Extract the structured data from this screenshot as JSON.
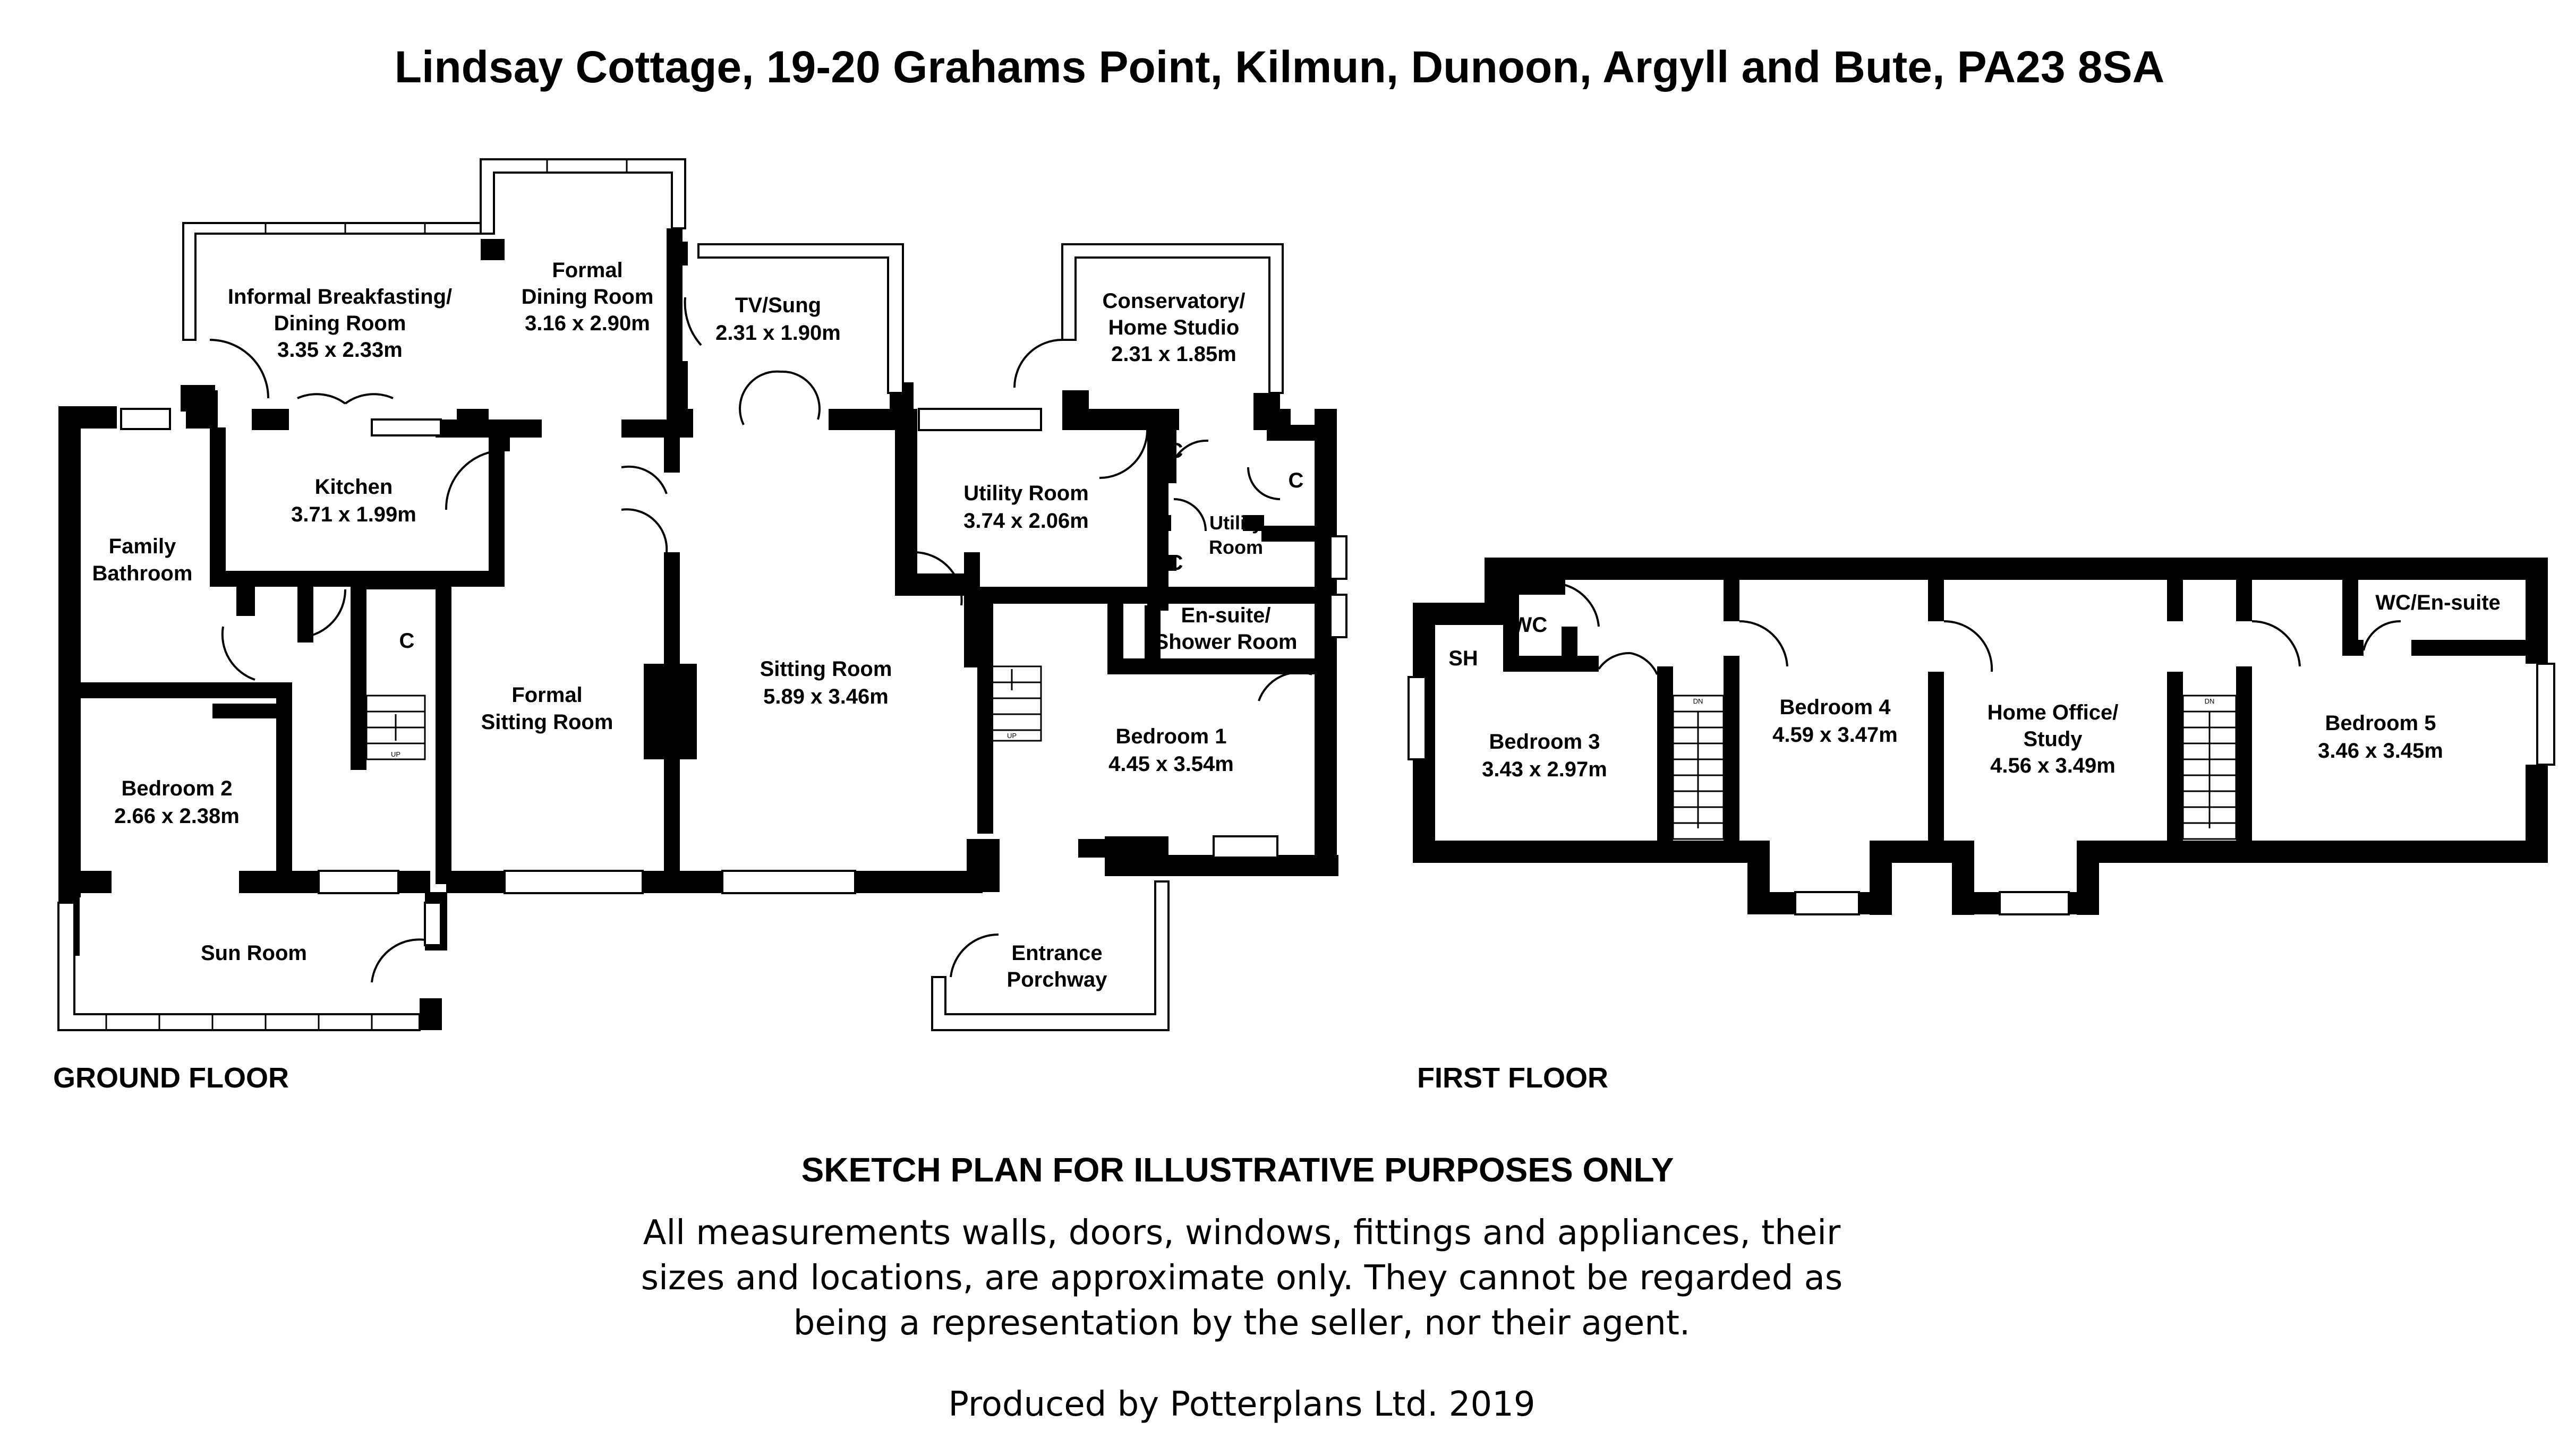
{
  "title": "Lindsay Cottage, 19-20 Grahams Point, Kilmun, Dunoon, Argyll and Bute, PA23 8SA",
  "floors": {
    "ground": "GROUND FLOOR",
    "first": "FIRST FLOOR"
  },
  "rooms": {
    "informal_breakfasting_l1": "Informal Breakfasting/",
    "informal_breakfasting_l2": "Dining Room",
    "informal_breakfasting_dim": "3.35 x 2.33m",
    "formal_dining_l1": "Formal",
    "formal_dining_l2": "Dining Room",
    "formal_dining_dim": "3.16 x 2.90m",
    "tv_sung": "TV/Sung",
    "tv_sung_dim": "2.31 x 1.90m",
    "conservatory_l1": "Conservatory/",
    "conservatory_l2": "Home Studio",
    "conservatory_dim": "2.31 x 1.85m",
    "kitchen": "Kitchen",
    "kitchen_dim": "3.71 x 1.99m",
    "family_bathroom_l1": "Family",
    "family_bathroom_l2": "Bathroom",
    "utility_room": "Utility Room",
    "utility_room_dim": "3.74 x 2.06m",
    "utility_small_l1": "Utility",
    "utility_small_l2": "Room",
    "cupboard": "C",
    "ensuite_l1": "En-suite/",
    "ensuite_l2": "Shower Room",
    "formal_sitting_l1": "Formal",
    "formal_sitting_l2": "Sitting Room",
    "sitting_room": "Sitting Room",
    "sitting_room_dim": "5.89 x 3.46m",
    "bedroom1": "Bedroom 1",
    "bedroom1_dim": "4.45 x 3.54m",
    "bedroom2": "Bedroom 2",
    "bedroom2_dim": "2.66 x 2.38m",
    "sun_room": "Sun Room",
    "entrance_l1": "Entrance",
    "entrance_l2": "Porchway",
    "stair_up": "UP",
    "stair_dn": "DN",
    "sh": "SH",
    "wc": "WC",
    "bedroom3": "Bedroom 3",
    "bedroom3_dim": "3.43 x 2.97m",
    "bedroom4": "Bedroom 4",
    "bedroom4_dim": "4.59 x 3.47m",
    "home_office_l1": "Home Office/",
    "home_office_l2": "Study",
    "home_office_dim": "4.56 x 3.49m",
    "wc_ensuite": "WC/En-suite",
    "bedroom5": "Bedroom 5",
    "bedroom5_dim": "3.46 x 3.45m"
  },
  "footer": {
    "heading": "SKETCH PLAN FOR ILLUSTRATIVE PURPOSES ONLY",
    "line1": "All measurements walls, doors, windows, fittings and appliances, their",
    "line2": "sizes and locations, are approximate only. They cannot be regarded as",
    "line3": "being a representation by the seller, nor their agent.",
    "credit": "Produced by Potterplans Ltd. 2019"
  }
}
